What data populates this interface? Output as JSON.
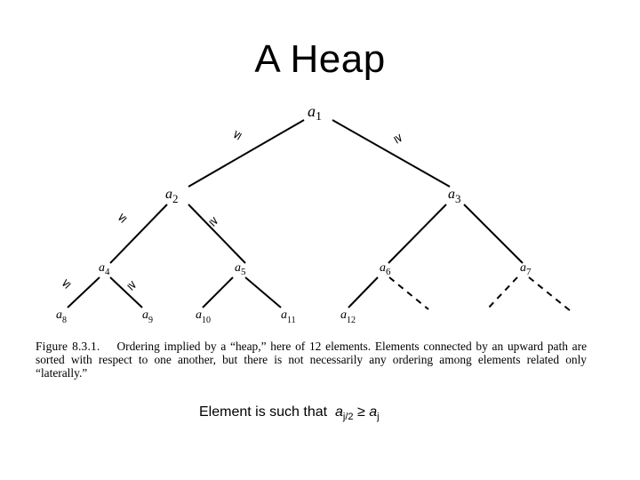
{
  "title": "A Heap",
  "nodes": [
    {
      "id": "a1",
      "base": "a",
      "sub": "1"
    },
    {
      "id": "a2",
      "base": "a",
      "sub": "2"
    },
    {
      "id": "a3",
      "base": "a",
      "sub": "3"
    },
    {
      "id": "a4",
      "base": "a",
      "sub": "4"
    },
    {
      "id": "a5",
      "base": "a",
      "sub": "5"
    },
    {
      "id": "a6",
      "base": "a",
      "sub": "6"
    },
    {
      "id": "a7",
      "base": "a",
      "sub": "7"
    },
    {
      "id": "a8",
      "base": "a",
      "sub": "8"
    },
    {
      "id": "a9",
      "base": "a",
      "sub": "9"
    },
    {
      "id": "a10",
      "base": "a",
      "sub": "10"
    },
    {
      "id": "a11",
      "base": "a",
      "sub": "11"
    },
    {
      "id": "a12",
      "base": "a",
      "sub": "12"
    }
  ],
  "relation_symbols": {
    "le": "≤",
    "ge": "≥"
  },
  "caption": {
    "figure_label": "Figure 8.3.1.",
    "text": "Ordering implied by a “heap,” here of 12 elements. Elements connected by an upward path are sorted with respect to one another, but there is not necessarily any ordering among elements related only “laterally.”"
  },
  "footer": {
    "prefix": "Element is such that",
    "lhs_base": "a",
    "lhs_sub": "j/2",
    "op": "≥",
    "rhs_base": "a",
    "rhs_sub": "j"
  }
}
